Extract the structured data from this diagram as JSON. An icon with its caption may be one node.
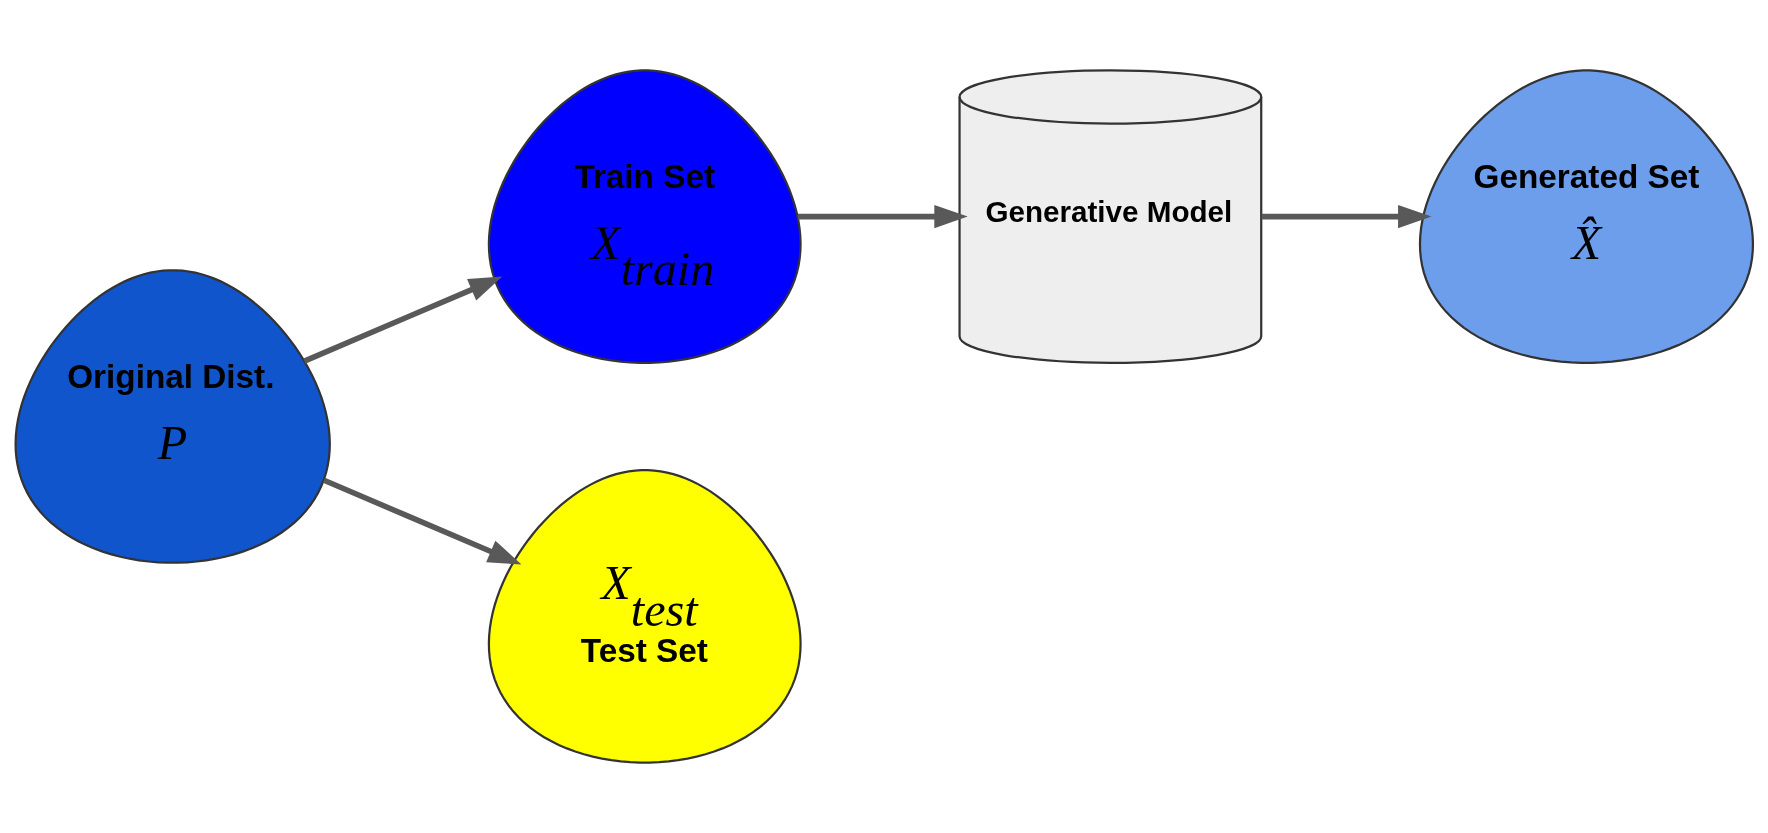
{
  "diagram": {
    "nodes": [
      {
        "text": [
          "Original Dist.",
          "P"
        ]
      },
      {
        "text": [
          "Train Set",
          "X$_{train}$"
        ]
      },
      {
        "text": [
          "Generative Model"
        ]
      },
      {
        "text": [
          "Generated Set",
          "X̂"
        ]
      },
      {
        "text": [
          "X$_{test}$",
          "Test Set"
        ]
      }
    ],
    "edges": [
      {
        "from": 0,
        "to": 1,
        "arrow": "to"
      },
      {
        "from": 1,
        "to": 2,
        "arrow": "to"
      },
      {
        "from": 2,
        "to": 3,
        "arrow": "to"
      },
      {
        "from": 0,
        "to": 4,
        "arrow": "to"
      }
    ]
  }
}
